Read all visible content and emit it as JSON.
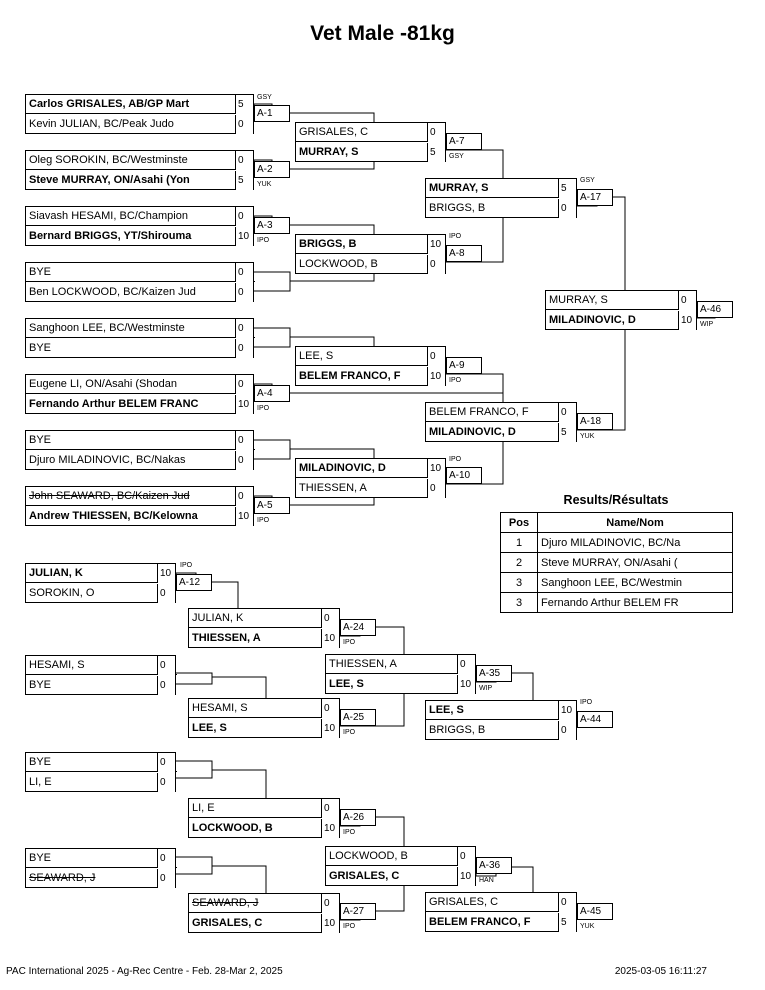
{
  "title": "Vet Male -81kg",
  "entries": {
    "grisales_carlos": "Carlos GRISALES, AB/GP Mart",
    "julian_kevin": "Kevin JULIAN, BC/Peak Judo",
    "sorokin_oleg": "Oleg SOROKIN, BC/Westminste",
    "murray_steve": "Steve MURRAY, ON/Asahi (Yon",
    "hesami_siavash": "Siavash HESAMI, BC/Champion",
    "briggs_bernard": "Bernard BRIGGS, YT/Shirouma",
    "bye": "BYE",
    "lockwood_ben": "Ben LOCKWOOD, BC/Kaizen Jud",
    "lee_sanghoon": "Sanghoon LEE, BC/Westminste",
    "li_eugene": "Eugene LI, ON/Asahi (Shodan",
    "belemfranco_fernando": "Fernando Arthur BELEM FRANC",
    "miladinovic_djuro": "Djuro MILADINOVIC, BC/Nakas",
    "seaward_john": "John SEAWARD, BC/Kaizen Jud",
    "thiessen_andrew": "Andrew THIESSEN, BC/Kelowna"
  },
  "short": {
    "grisales": "GRISALES, C",
    "murray": "MURRAY, S",
    "briggs": "BRIGGS, B",
    "lockwood": "LOCKWOOD, B",
    "lee": "LEE, S",
    "belemfranco": "BELEM FRANCO, F",
    "miladinovic": "MILADINOVIC, D",
    "thiessen": "THIESSEN, A",
    "julian": "JULIAN, K",
    "sorokin": "SOROKIN, O",
    "hesami": "HESAMI, S",
    "li": "LI, E",
    "seaward": "SEAWARD, J",
    "bye": "BYE"
  },
  "scores": {
    "s0": "0",
    "s5": "5",
    "s10": "10"
  },
  "codes": {
    "gsy": "GSY",
    "yuk": "YUK",
    "ipo": "IPO",
    "wip": "WIP",
    "han": "HAN"
  },
  "matches": {
    "a1": "A-1",
    "a2": "A-2",
    "a3": "A-3",
    "a4": "A-4",
    "a5": "A-5",
    "a7": "A-7",
    "a8": "A-8",
    "a9": "A-9",
    "a10": "A-10",
    "a12": "A-12",
    "a17": "A-17",
    "a18": "A-18",
    "a24": "A-24",
    "a25": "A-25",
    "a26": "A-26",
    "a27": "A-27",
    "a35": "A-35",
    "a36": "A-36",
    "a44": "A-44",
    "a45": "A-45",
    "a46": "A-46"
  },
  "results": {
    "title": "Results/Résultats",
    "headers": {
      "pos": "Pos",
      "name": "Name/Nom"
    },
    "rows": [
      {
        "pos": "1",
        "name": "Djuro MILADINOVIC, BC/Na"
      },
      {
        "pos": "2",
        "name": "Steve MURRAY, ON/Asahi ("
      },
      {
        "pos": "3",
        "name": "Sanghoon LEE, BC/Westmin"
      },
      {
        "pos": "3",
        "name": "Fernando Arthur BELEM FR"
      }
    ]
  },
  "footer": {
    "event": "PAC International 2025 - Ag-Rec Centre - Feb. 28-Mar 2, 2025",
    "timestamp": "2025-03-05 16:11:27"
  }
}
